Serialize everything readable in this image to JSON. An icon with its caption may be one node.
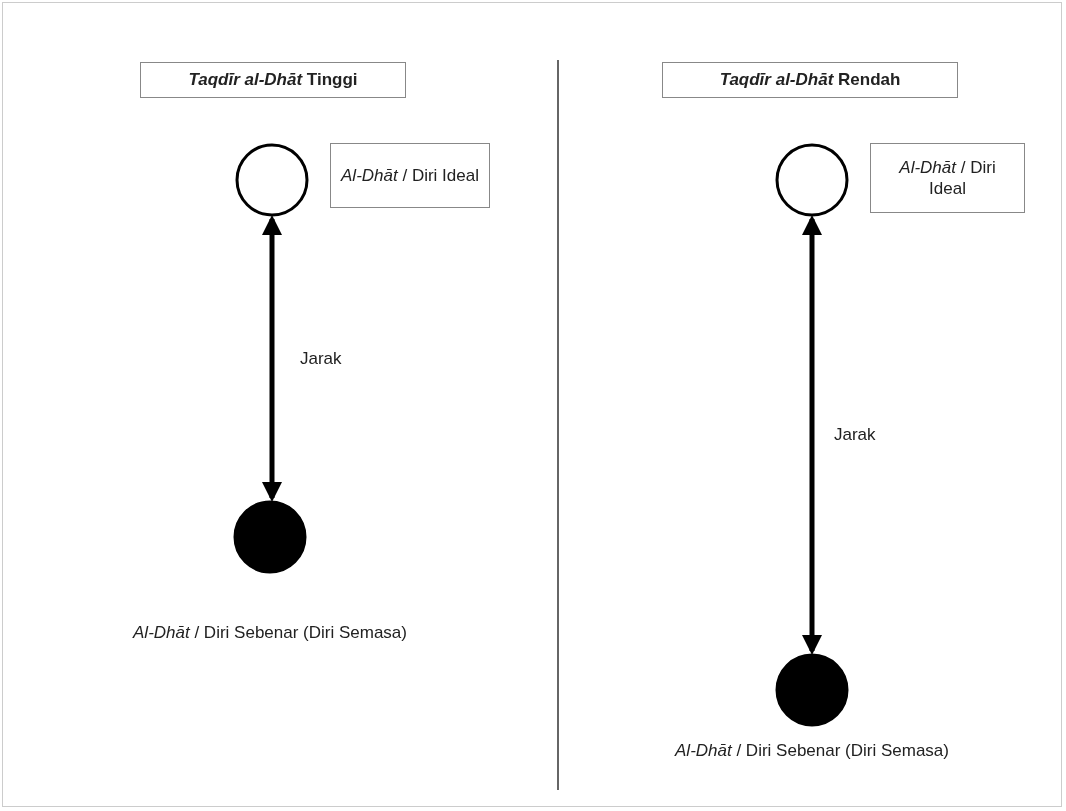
{
  "diagram": {
    "nodes": [
      {
        "text": [
          "*Taqdīr al-Dhāt* Tinggi"
        ]
      },
      {
        "text": [],
        "shape": "circle"
      },
      {
        "text": [
          "*Al-Dhāt* / Diri Ideal"
        ]
      },
      {
        "text": [],
        "shape": "disc",
        "beside": [
          "*Al-Dhāt* / Diri Sebenar (Diri Semasa)"
        ]
      },
      {
        "text": [
          "*Taqdīr al-Dhāt* Rendah"
        ]
      },
      {
        "text": [],
        "shape": "circle"
      },
      {
        "text": [
          "*Al-Dhāt* / Diri Ideal"
        ]
      },
      {
        "text": [],
        "shape": "disc",
        "beside": [
          "*Al-Dhāt* / Diri Sebenar (Diri Semasa)"
        ]
      }
    ],
    "edges": [
      {
        "from": 1,
        "to": 3,
        "arrow": "both",
        "label": "Jarak"
      },
      {
        "from": 5,
        "to": 7,
        "arrow": "both",
        "label": "Jarak"
      }
    ]
  }
}
